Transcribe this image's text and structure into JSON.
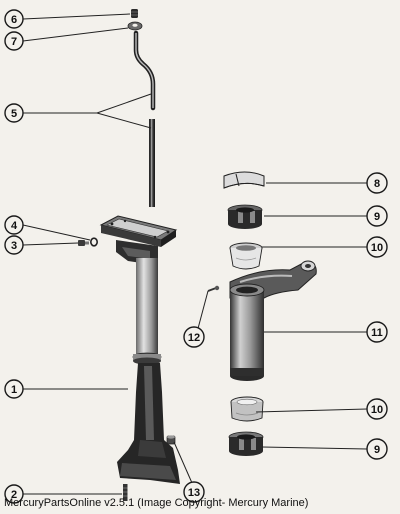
{
  "callouts": [
    {
      "id": "callout-6",
      "label": "6"
    },
    {
      "id": "callout-7",
      "label": "7"
    },
    {
      "id": "callout-5",
      "label": "5"
    },
    {
      "id": "callout-4",
      "label": "4"
    },
    {
      "id": "callout-3",
      "label": "3"
    },
    {
      "id": "callout-1",
      "label": "1"
    },
    {
      "id": "callout-2",
      "label": "2"
    },
    {
      "id": "callout-8",
      "label": "8"
    },
    {
      "id": "callout-9-top",
      "label": "9"
    },
    {
      "id": "callout-10-top",
      "label": "10"
    },
    {
      "id": "callout-11",
      "label": "11"
    },
    {
      "id": "callout-12",
      "label": "12"
    },
    {
      "id": "callout-10-bottom",
      "label": "10"
    },
    {
      "id": "callout-9-bottom",
      "label": "9"
    },
    {
      "id": "callout-13",
      "label": "13"
    }
  ],
  "footer": {
    "caption": "MercuryPartsOnline v2.5.1 (Image Copyright- Mercury Marine)"
  },
  "colors": {
    "ink": "#1a1a1a",
    "paper": "#f3f1ec",
    "part_dark": "#2b2b2b",
    "part_mid": "#7d7d7d",
    "part_light": "#cfcfcf"
  }
}
